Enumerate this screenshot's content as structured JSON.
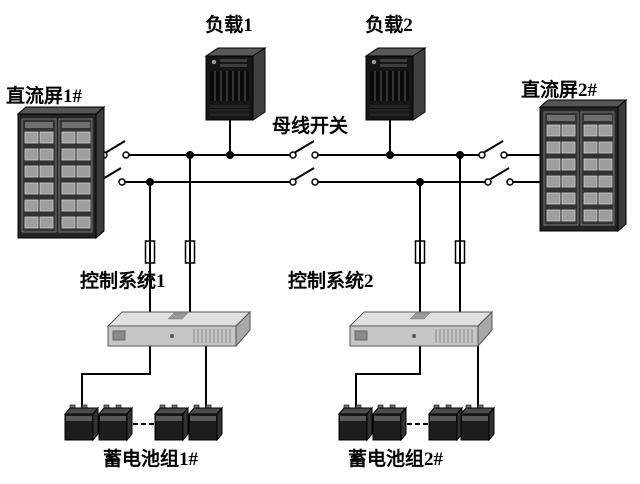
{
  "diagram": {
    "background": "#ffffff",
    "wire_color": "#000000",
    "labels": {
      "load1": "负载1",
      "load2": "负载2",
      "dc_panel1": "直流屏1#",
      "dc_panel2": "直流屏2#",
      "bus_switch": "母线开关",
      "control_system1": "控制系统1",
      "control_system2": "控制系统2",
      "battery_group1": "蓄电池组1#",
      "battery_group2": "蓄电池组2#"
    },
    "colors": {
      "cabinet_body": "#242424",
      "cabinet_top": "#555555",
      "cabinet_door": "#323232",
      "cabinet_module": "#9e9e9e",
      "server_body": "#161616",
      "server_side": "#404040",
      "server_top": "#585858",
      "chassis_front": "#c6c6c6",
      "chassis_top": "#e0e0e0",
      "battery_body": "#1d1d1d",
      "battery_top": "#4c4c4c",
      "fuse_fill": "#ffffff",
      "junction_dot": "#000000"
    },
    "icons": [
      "dc-cabinet-icon",
      "server-tower-icon",
      "disconnect-switch-icon",
      "bus-tie-switch-icon",
      "fuse-icon",
      "junction-dot",
      "rack-controller-icon",
      "battery-icon"
    ]
  }
}
